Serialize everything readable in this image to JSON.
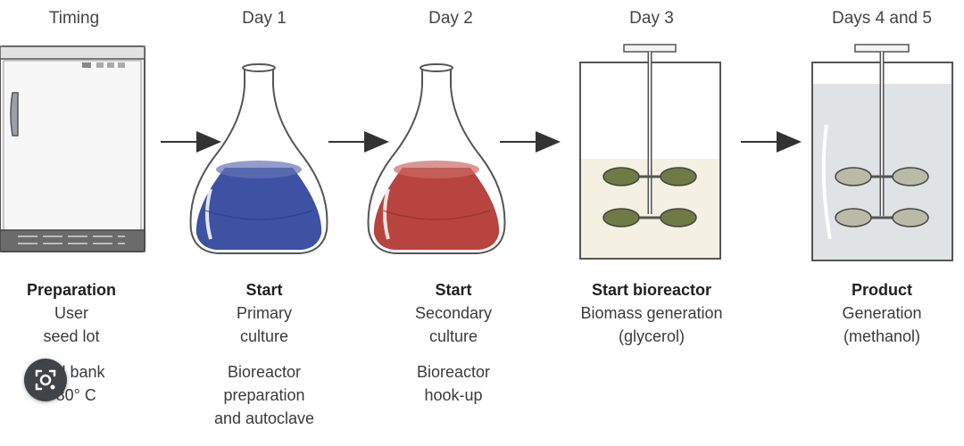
{
  "timing_labels": {
    "timing": "Timing",
    "day1": "Day 1",
    "day2": "Day 2",
    "day3": "Day 3",
    "day45": "Days 4 and 5"
  },
  "steps": [
    {
      "heading": "Preparation",
      "lines": [
        "User",
        "seed lot"
      ],
      "note_lines": [
        "Cell bank",
        "−80° C"
      ]
    },
    {
      "heading": "Start",
      "lines": [
        "Primary",
        "culture"
      ],
      "note_lines": [
        "Bioreactor",
        "preparation",
        "and autoclave"
      ]
    },
    {
      "heading": "Start",
      "lines": [
        "Secondary",
        "culture"
      ],
      "note_lines": [
        "Bioreactor",
        "hook-up"
      ]
    },
    {
      "heading": "Start bioreactor",
      "lines": [
        "Biomass generation",
        "(glycerol)"
      ],
      "note_lines": []
    },
    {
      "heading": "Product",
      "lines": [
        "Generation",
        "(methanol)"
      ],
      "note_lines": []
    }
  ],
  "colors": {
    "primary_culture": "#3d52a3",
    "secondary_culture": "#b8443f",
    "glycerol_medium": "#f4f1e2",
    "methanol_medium": "#dfe3e6",
    "impeller_day3": "#6f7a45",
    "impeller_day45": "#b9bba6"
  }
}
